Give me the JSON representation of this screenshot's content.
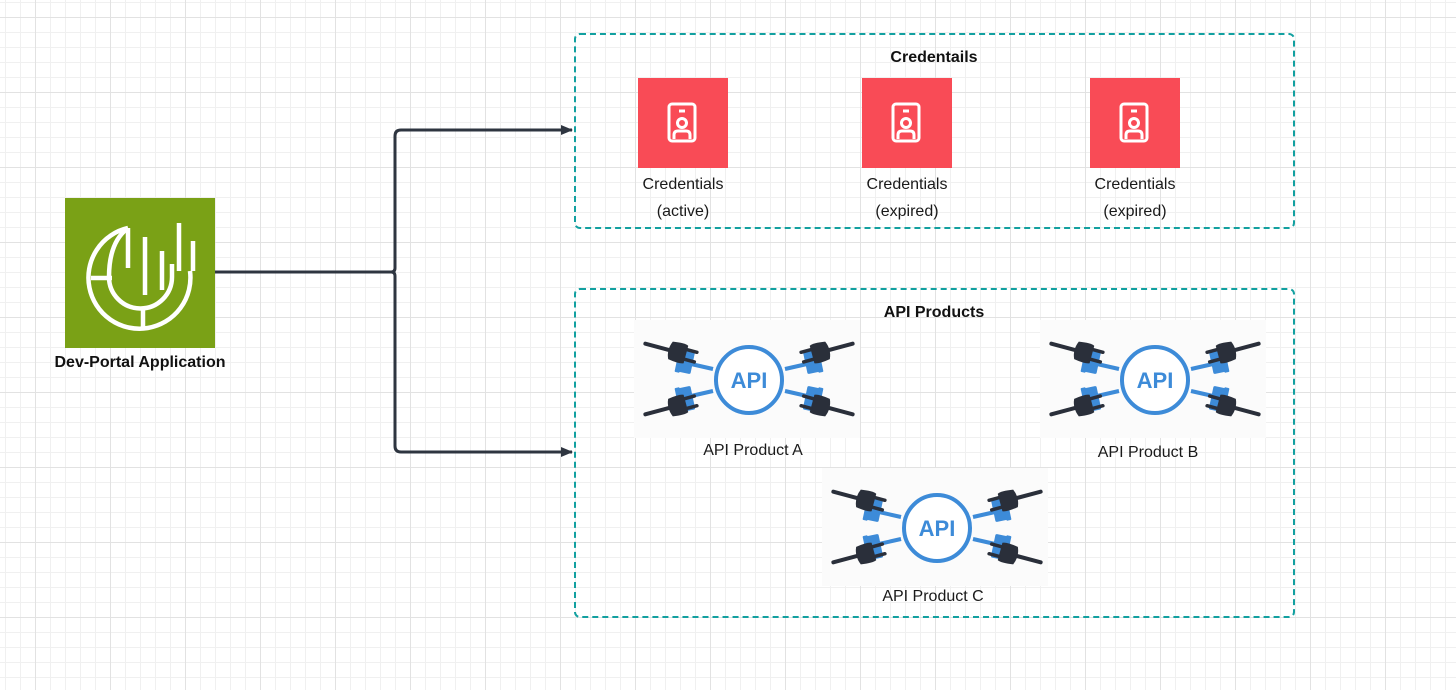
{
  "canvas": {
    "grid_color_major": "#e2e2e2",
    "grid_color_minor": "#f0f0f0",
    "connector_color": "#2e3540",
    "group_border_color": "#12a0a0"
  },
  "application": {
    "label": "Dev-Portal Application",
    "icon": "dev-portal-app-icon",
    "tile_color": "#7aa116"
  },
  "groups": {
    "credentials": {
      "title": "Credentails",
      "items": [
        {
          "line1": "Credentials",
          "line2": "(active)",
          "icon": "id-badge-icon",
          "color": "#f94b56"
        },
        {
          "line1": "Credentials",
          "line2": "(expired)",
          "icon": "id-badge-icon",
          "color": "#f94b56"
        },
        {
          "line1": "Credentials",
          "line2": "(expired)",
          "icon": "id-badge-icon",
          "color": "#f94b56"
        }
      ]
    },
    "api_products": {
      "title": "API Products",
      "items": [
        {
          "label": "API Product A",
          "icon_text": "API",
          "icon": "api-plug-icon"
        },
        {
          "label": "API Product B",
          "icon_text": "API",
          "icon": "api-plug-icon"
        },
        {
          "label": "API Product C",
          "icon_text": "API",
          "icon": "api-plug-icon"
        }
      ],
      "icon_blue": "#3d8bd8",
      "plug_color": "#2a2f3a"
    }
  },
  "connections": [
    {
      "from": "Dev-Portal Application",
      "to": "Credentails"
    },
    {
      "from": "Dev-Portal Application",
      "to": "API Products"
    }
  ]
}
